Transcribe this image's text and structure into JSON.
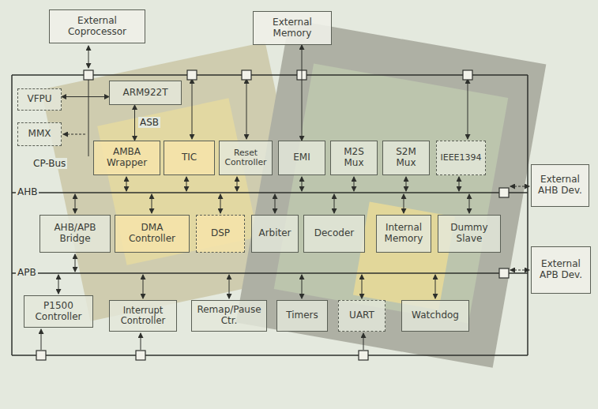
{
  "diagram": {
    "nodes": [
      {
        "text": [
          "External Coprocessor"
        ]
      },
      {
        "text": [
          "External Memory"
        ]
      },
      {
        "text": [
          "VFPU"
        ]
      },
      {
        "text": [
          "ARM922T"
        ]
      },
      {
        "text": [
          "MMX"
        ]
      },
      {
        "text": [
          "AMBA Wrapper"
        ]
      },
      {
        "text": [
          "TIC"
        ]
      },
      {
        "text": [
          "Reset Controller"
        ]
      },
      {
        "text": [
          "EMI"
        ]
      },
      {
        "text": [
          "M2S Mux"
        ]
      },
      {
        "text": [
          "S2M Mux"
        ]
      },
      {
        "text": [
          "IEEE1394"
        ]
      },
      {
        "text": [
          "External AHB Dev."
        ]
      },
      {
        "text": [
          "AHB/APB Bridge"
        ]
      },
      {
        "text": [
          "DMA Controller"
        ]
      },
      {
        "text": [
          "DSP"
        ]
      },
      {
        "text": [
          "Arbiter"
        ]
      },
      {
        "text": [
          "Decoder"
        ]
      },
      {
        "text": [
          "Internal Memory"
        ]
      },
      {
        "text": [
          "Dummy Slave"
        ]
      },
      {
        "text": [
          "External APB Dev."
        ]
      },
      {
        "text": [
          "P1500 Controller"
        ]
      },
      {
        "text": [
          "Interrupt Controller"
        ]
      },
      {
        "text": [
          "Remap/Pause Ctr."
        ]
      },
      {
        "text": [
          "Timers"
        ]
      },
      {
        "text": [
          "UART"
        ]
      },
      {
        "text": [
          "Watchdog"
        ]
      }
    ],
    "edges": [
      {
        "from": 2,
        "to": 3,
        "arrow": "both"
      },
      {
        "from": 3,
        "to": 5,
        "label": "ASB",
        "arrow": "both"
      },
      {
        "from": 1,
        "to": 8,
        "arrow": "both"
      }
    ],
    "labels": [
      "CP-Bus",
      "AHB",
      "APB"
    ]
  }
}
